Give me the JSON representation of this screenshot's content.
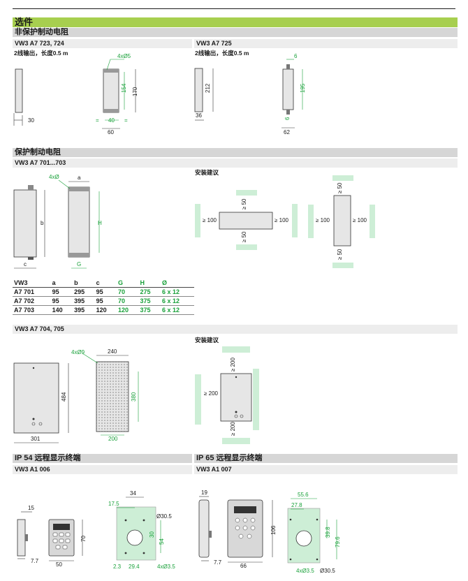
{
  "page": {
    "title": "选件",
    "sections": {
      "non_protected": {
        "title": "非保护制动电阻",
        "model_a": "VW3 A7 723, 724",
        "model_b": "VW3 A7 725",
        "note_a": "2线输出，长度0.5 m",
        "note_b": "2线输出，长度0.5 m"
      },
      "protected": {
        "title": "保护制动电阻",
        "model": "VW3 A7 701...703",
        "install_title": "安装建议",
        "model_2": "VW3 A7 704, 705",
        "install_title_2": "安装建议"
      },
      "ip54": {
        "title": "IP 54 远程显示终端",
        "model": "VW3 A1 006"
      },
      "ip65": {
        "title": "IP 65 远程显示终端",
        "model": "VW3 A1 007"
      }
    },
    "dims": {
      "d_4x5": "4xØ5",
      "d_154": "154",
      "d_170": "170",
      "d_30": "30",
      "d_40": "40",
      "d_60": "60",
      "d_eq": "=",
      "d_6": "6",
      "d_212": "212",
      "d_195": "195",
      "d_36": "36",
      "d_6b": "6",
      "d_62": "62",
      "d_4xo": "4xØ",
      "d_a": "a",
      "d_b": "b",
      "d_c": "c",
      "d_g": "G",
      "d_h": "H",
      "d_50": "≥ 50",
      "d_100": "≥ 100",
      "d_4x9": "4xØ9",
      "d_240": "240",
      "d_484": "484",
      "d_380": "380",
      "d_301": "301",
      "d_200": "200",
      "d_200g": "≥ 200",
      "d_15": "15",
      "d_70": "70",
      "d_7_7": "7.7",
      "d_50b": "50",
      "d_34": "34",
      "d_17_5": "17.5",
      "d_o30_5": "Ø30.5",
      "d_54": "54",
      "d_2_3": "2.3",
      "d_29_4": "29.4",
      "d_4x3_5": "4xØ3.5",
      "d_19": "19",
      "d_106": "106",
      "d_66": "66",
      "d_55_6": "55.6",
      "d_27_8": "27.8",
      "d_39_8": "39.8",
      "d_79_6": "79.6",
      "d_o30_5b": "Ø30.5",
      "d_4x3_5b": "4xØ3.5"
    },
    "table": {
      "headers": [
        "VW3",
        "a",
        "b",
        "c",
        "G",
        "H",
        "Ø"
      ],
      "rows": [
        [
          "A7 701",
          "95",
          "295",
          "95",
          "70",
          "275",
          "6 x 12"
        ],
        [
          "A7 702",
          "95",
          "395",
          "95",
          "70",
          "375",
          "6 x 12"
        ],
        [
          "A7 703",
          "140",
          "395",
          "120",
          "120",
          "375",
          "6 x 12"
        ]
      ]
    },
    "colors": {
      "green_band": "#a7cf4f",
      "gray_band": "#d6d6d6",
      "dim_green": "#19a13a",
      "mint": "#cdeed6"
    }
  }
}
